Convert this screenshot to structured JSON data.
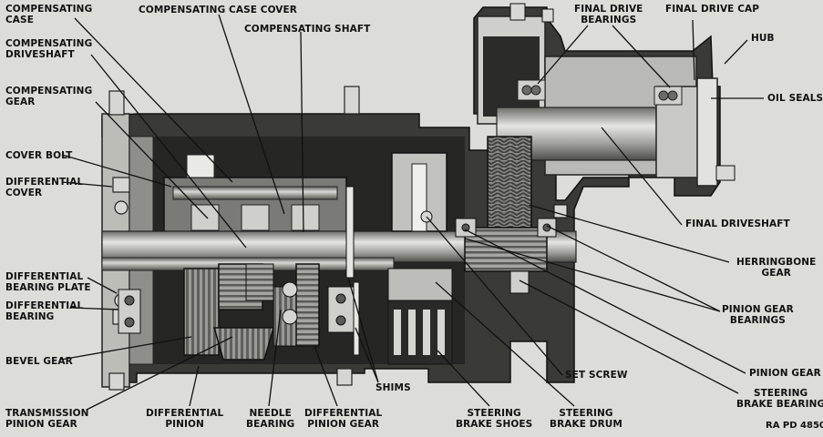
{
  "figure": {
    "reference": "RA PD 4850"
  },
  "labels": {
    "compensating_case": "COMPENSATING\nCASE",
    "compensating_case_cover": "COMPENSATING CASE COVER",
    "compensating_shaft": "COMPENSATING SHAFT",
    "compensating_driveshaft": "COMPENSATING\nDRIVESHAFT",
    "compensating_gear": "COMPENSATING\nGEAR",
    "cover_bolt": "COVER BOLT",
    "differential_cover": "DIFFERENTIAL\nCOVER",
    "differential_bearing_plate": "DIFFERENTIAL\nBEARING PLATE",
    "differential_bearing": "DIFFERENTIAL\nBEARING",
    "bevel_gear": "BEVEL GEAR",
    "transmission_pinion_gear": "TRANSMISSION\nPINION GEAR",
    "differential_pinion": "DIFFERENTIAL\nPINION",
    "needle_bearing": "NEEDLE\nBEARING",
    "differential_pinion_gear": "DIFFERENTIAL\nPINION GEAR",
    "shims": "SHIMS",
    "steering_brake_shoes": "STEERING\nBRAKE SHOES",
    "steering_brake_drum": "STEERING\nBRAKE DRUM",
    "set_screw": "SET SCREW",
    "pinion_gear": "PINION GEAR",
    "steering_brake_bearing": "STEERING\nBRAKE BEARING",
    "pinion_gear_bearings": "PINION GEAR\nBEARINGS",
    "herringbone_gear": "HERRINGBONE\nGEAR",
    "final_driveshaft": "FINAL DRIVESHAFT",
    "oil_seals": "OIL SEALS",
    "hub": "HUB",
    "final_drive_cap": "FINAL DRIVE CAP",
    "final_drive_bearings": "FINAL DRIVE\nBEARINGS"
  }
}
